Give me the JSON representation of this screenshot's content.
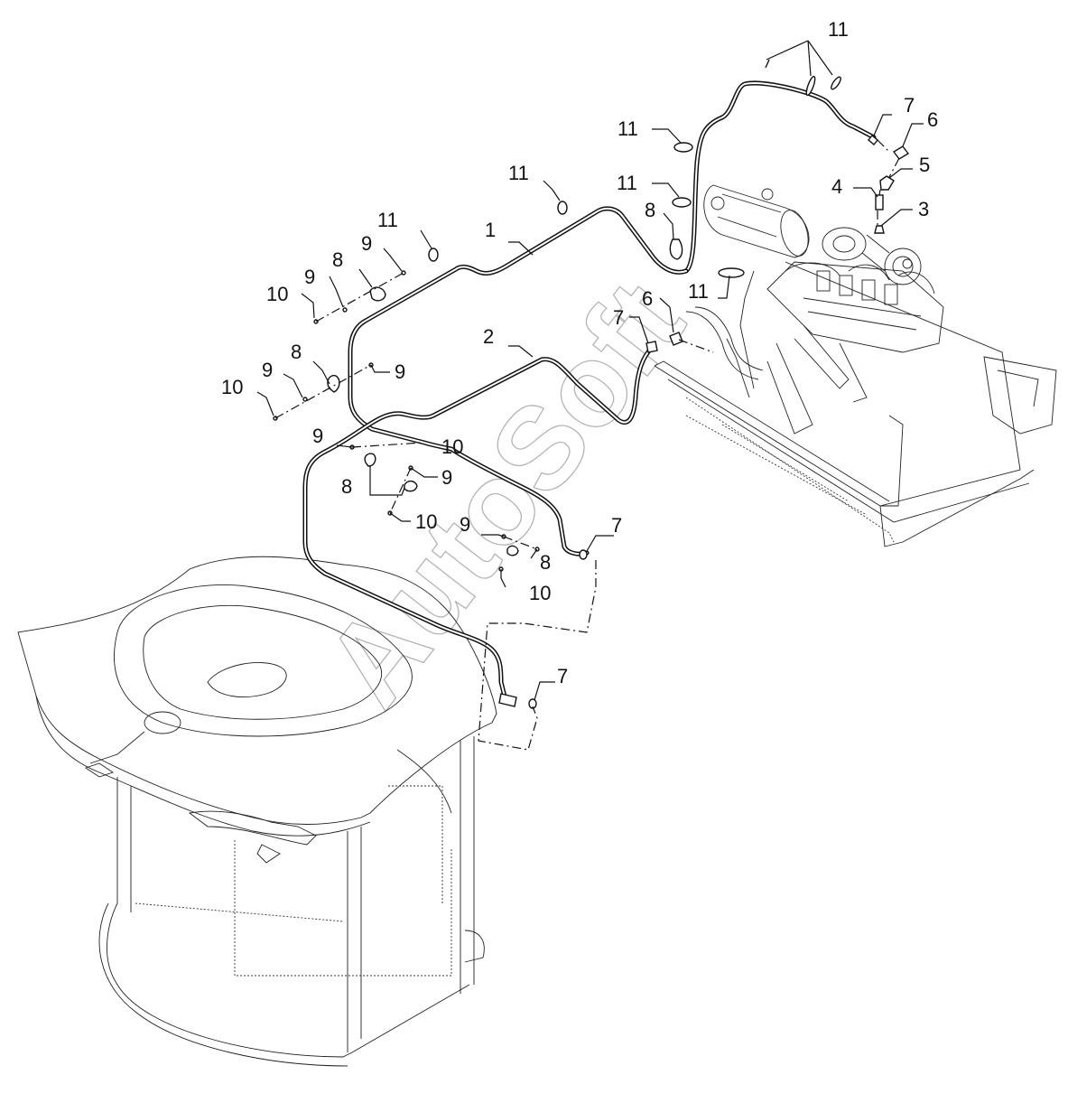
{
  "watermark": "AutoSoft",
  "callouts": {
    "c1": "1",
    "c2": "2",
    "c3": "3",
    "c4": "4",
    "c5": "5",
    "c6a": "6",
    "c6b": "6",
    "c7a": "7",
    "c7b": "7",
    "c7c": "7",
    "c7d": "7",
    "c8a": "8",
    "c8b": "8",
    "c8c": "8",
    "c8d": "8",
    "c8e": "8",
    "c9a": "9",
    "c9b": "9",
    "c9c": "9",
    "c9d": "9",
    "c9e": "9",
    "c9f": "9",
    "c9g": "9",
    "c10a": "10",
    "c10b": "10",
    "c10c": "10",
    "c10d": "10",
    "c10e": "10",
    "c11a": "11",
    "c11b": "11",
    "c11c": "11",
    "c11d": "11",
    "c11e": "11",
    "c11f": "11"
  },
  "icons": {
    "clamp": "hose-clamp-icon",
    "o_ring": "o-ring-icon",
    "connector": "quick-connector-icon"
  }
}
